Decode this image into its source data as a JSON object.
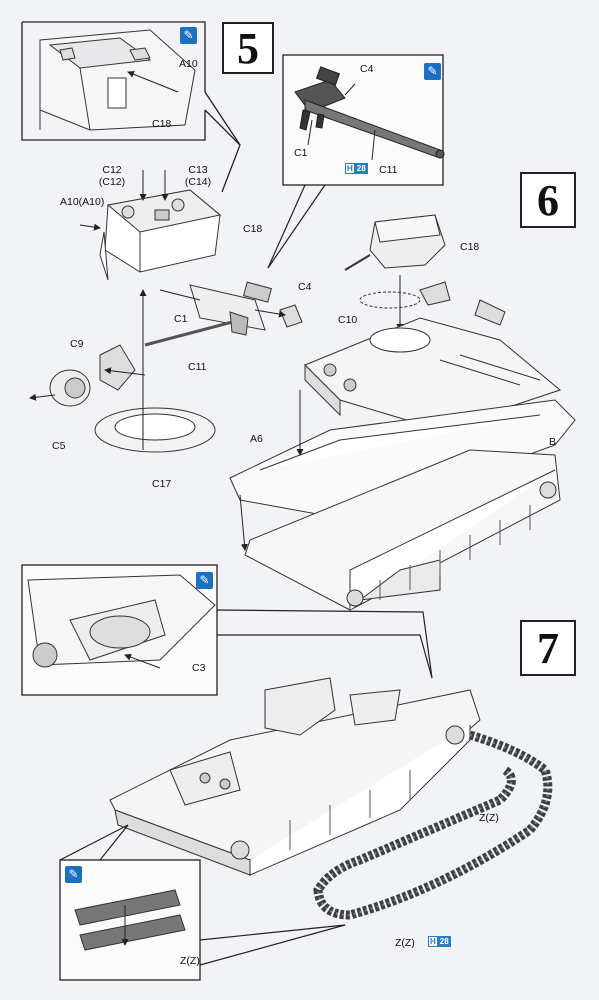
{
  "steps": {
    "step5": "5",
    "step6": "6",
    "step7": "7"
  },
  "step5_labels": {
    "a10_inset": "A10",
    "c18_inset": "C18",
    "c12": "C12\n(C12)",
    "c13": "C13\n(C14)",
    "a10": "A10(A10)",
    "c18": "C18",
    "c9": "C9",
    "c5": "C5",
    "c17": "C17",
    "c1": "C1",
    "c11": "C11",
    "c4": "C4"
  },
  "gun_inset_labels": {
    "c4": "C4",
    "c1": "C1",
    "c11": "C11",
    "hmb_num": "28"
  },
  "step6_labels": {
    "c18": "C18",
    "c10": "C10",
    "a6": "A6",
    "b": "B"
  },
  "step7_labels": {
    "c3": "C3",
    "zz_track": "Z(Z)",
    "zz_bottom": "Z(Z)",
    "zz_link": "Z(Z)",
    "hmb_num": "28"
  },
  "badge_text": "H",
  "icons": [
    "paintbrush-icon",
    "hobby-knife-icon"
  ],
  "colors": {
    "accent": "#1d6fc4",
    "line": "#222222",
    "track": "#3b4048"
  }
}
